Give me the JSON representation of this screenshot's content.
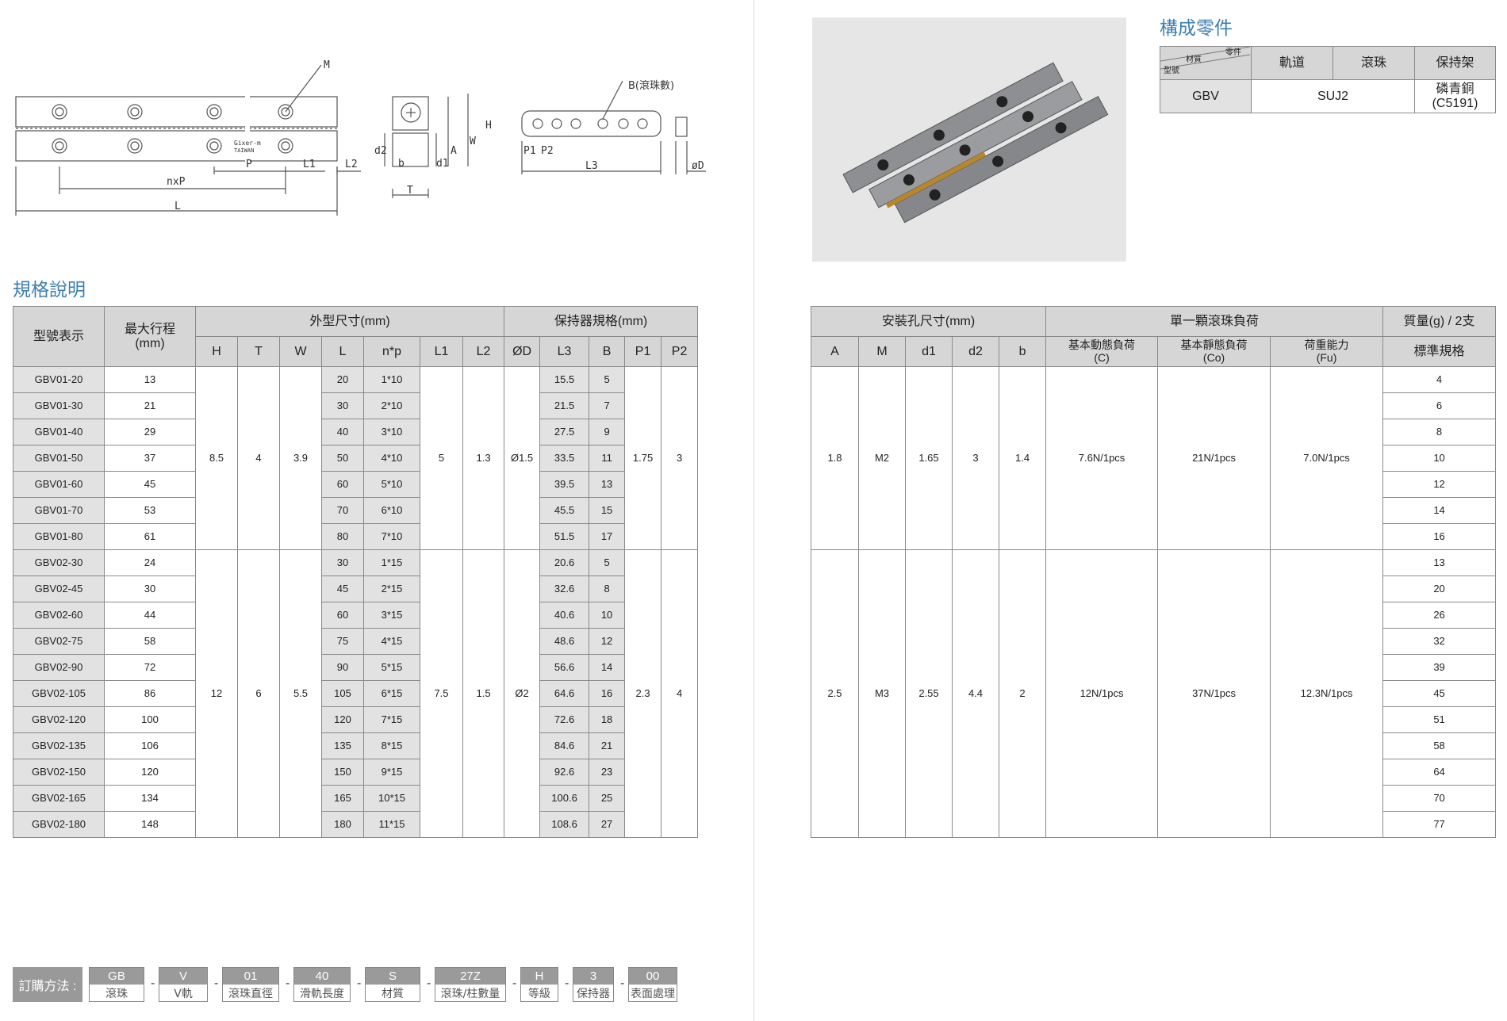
{
  "drawing_labels": {
    "m": "M",
    "b": "B(滾珠數)",
    "nxp": "nxP",
    "p": "P",
    "l1": "L1",
    "l2": "L2",
    "l": "L",
    "d2": "d2",
    "d1": "d1",
    "a": "A",
    "w": "W",
    "h": "H",
    "t": "T",
    "b_small": "b",
    "p1": "P1",
    "p2": "P2",
    "l3": "L3",
    "od": "øD",
    "brand1": "Gixer-m",
    "brand2": "TAIWAN"
  },
  "spec_title": "規格說明",
  "parts_title": "構成零件",
  "parts_table": {
    "corner_top": "零件",
    "corner_mid": "材質",
    "corner_bottom": "型號",
    "headers": [
      "軌道",
      "滾珠",
      "保持架"
    ],
    "model": "GBV",
    "steel": "SUJ2",
    "cage": "磷青銅\n(C5191)"
  },
  "spec_headers": {
    "model": "型號表示",
    "stroke": "最大行程\n(mm)",
    "outer": "外型尺寸(mm)",
    "cage": "保持器規格(mm)",
    "cols": [
      "H",
      "T",
      "W",
      "L",
      "n*p",
      "L1",
      "L2",
      "ØD",
      "L3",
      "B",
      "P1",
      "P2"
    ]
  },
  "right_headers": {
    "mount": "安裝孔尺寸(mm)",
    "load": "單一顆滾珠負荷",
    "mass": "質量(g) / 2支",
    "cols": [
      "A",
      "M",
      "d1",
      "d2",
      "b"
    ],
    "c": "基本動態負荷\n(C)",
    "co": "基本靜態負荷\n(Co)",
    "fu": "荷重能力\n(Fu)",
    "std": "標準規格"
  },
  "groups": [
    {
      "H": "8.5",
      "T": "4",
      "W": "3.9",
      "L1": "5",
      "L2": "1.3",
      "D": "Ø1.5",
      "P1": "1.75",
      "P2": "3",
      "A": "1.8",
      "M": "M2",
      "d1": "1.65",
      "d2": "3",
      "b": "1.4",
      "C": "7.6N/1pcs",
      "Co": "21N/1pcs",
      "Fu": "7.0N/1pcs"
    },
    {
      "H": "12",
      "T": "6",
      "W": "5.5",
      "L1": "7.5",
      "L2": "1.5",
      "D": "Ø2",
      "P1": "2.3",
      "P2": "4",
      "A": "2.5",
      "M": "M3",
      "d1": "2.55",
      "d2": "4.4",
      "b": "2",
      "C": "12N/1pcs",
      "Co": "37N/1pcs",
      "Fu": "12.3N/1pcs"
    }
  ],
  "rows": [
    {
      "model": "GBV01-20",
      "stroke": "13",
      "L": "20",
      "np": "1*10",
      "L3": "15.5",
      "B": "5",
      "mass": "4"
    },
    {
      "model": "GBV01-30",
      "stroke": "21",
      "L": "30",
      "np": "2*10",
      "L3": "21.5",
      "B": "7",
      "mass": "6"
    },
    {
      "model": "GBV01-40",
      "stroke": "29",
      "L": "40",
      "np": "3*10",
      "L3": "27.5",
      "B": "9",
      "mass": "8"
    },
    {
      "model": "GBV01-50",
      "stroke": "37",
      "L": "50",
      "np": "4*10",
      "L3": "33.5",
      "B": "11",
      "mass": "10"
    },
    {
      "model": "GBV01-60",
      "stroke": "45",
      "L": "60",
      "np": "5*10",
      "L3": "39.5",
      "B": "13",
      "mass": "12"
    },
    {
      "model": "GBV01-70",
      "stroke": "53",
      "L": "70",
      "np": "6*10",
      "L3": "45.5",
      "B": "15",
      "mass": "14"
    },
    {
      "model": "GBV01-80",
      "stroke": "61",
      "L": "80",
      "np": "7*10",
      "L3": "51.5",
      "B": "17",
      "mass": "16"
    },
    {
      "model": "GBV02-30",
      "stroke": "24",
      "L": "30",
      "np": "1*15",
      "L3": "20.6",
      "B": "5",
      "mass": "13"
    },
    {
      "model": "GBV02-45",
      "stroke": "30",
      "L": "45",
      "np": "2*15",
      "L3": "32.6",
      "B": "8",
      "mass": "20"
    },
    {
      "model": "GBV02-60",
      "stroke": "44",
      "L": "60",
      "np": "3*15",
      "L3": "40.6",
      "B": "10",
      "mass": "26"
    },
    {
      "model": "GBV02-75",
      "stroke": "58",
      "L": "75",
      "np": "4*15",
      "L3": "48.6",
      "B": "12",
      "mass": "32"
    },
    {
      "model": "GBV02-90",
      "stroke": "72",
      "L": "90",
      "np": "5*15",
      "L3": "56.6",
      "B": "14",
      "mass": "39"
    },
    {
      "model": "GBV02-105",
      "stroke": "86",
      "L": "105",
      "np": "6*15",
      "L3": "64.6",
      "B": "16",
      "mass": "45"
    },
    {
      "model": "GBV02-120",
      "stroke": "100",
      "L": "120",
      "np": "7*15",
      "L3": "72.6",
      "B": "18",
      "mass": "51"
    },
    {
      "model": "GBV02-135",
      "stroke": "106",
      "L": "135",
      "np": "8*15",
      "L3": "84.6",
      "B": "21",
      "mass": "58"
    },
    {
      "model": "GBV02-150",
      "stroke": "120",
      "L": "150",
      "np": "9*15",
      "L3": "92.6",
      "B": "23",
      "mass": "64"
    },
    {
      "model": "GBV02-165",
      "stroke": "134",
      "L": "165",
      "np": "10*15",
      "L3": "100.6",
      "B": "25",
      "mass": "70"
    },
    {
      "model": "GBV02-180",
      "stroke": "148",
      "L": "180",
      "np": "11*15",
      "L3": "108.6",
      "B": "27",
      "mass": "77"
    }
  ],
  "order": {
    "label": "訂購方法 :",
    "items": [
      {
        "code": "GB",
        "name": "滾珠"
      },
      {
        "code": "V",
        "name": "V軌"
      },
      {
        "code": "01",
        "name": "滾珠直徑"
      },
      {
        "code": "40",
        "name": "滑軌長度"
      },
      {
        "code": "S",
        "name": "材質"
      },
      {
        "code": "27Z",
        "name": "滾珠/柱數量"
      },
      {
        "code": "H",
        "name": "等級"
      },
      {
        "code": "3",
        "name": "保持器"
      },
      {
        "code": "00",
        "name": "表面處理"
      }
    ]
  }
}
